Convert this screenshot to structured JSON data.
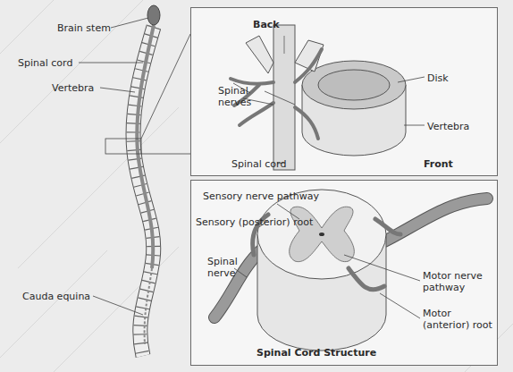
{
  "diagram": {
    "nodes": [
      {
        "text": [
          "Back",
          "Spinal nerves",
          "Disk",
          "Vertebra",
          "Spinal cord",
          "Front"
        ]
      },
      {
        "text": [
          "Sensory nerve pathway",
          "Sensory (posterior) root",
          "Spinal nerve",
          "Motor nerve pathway",
          "Motor (anterior) root",
          "Spinal Cord Structure"
        ]
      }
    ],
    "labels": [
      "Brain stem",
      "Spinal cord",
      "Vertebra",
      "Cauda equina"
    ]
  }
}
